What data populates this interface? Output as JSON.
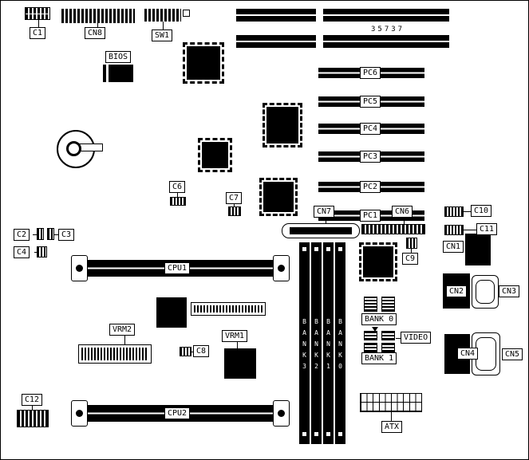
{
  "diagram": {
    "part_number": "35737",
    "colors": {
      "ink": "#000000",
      "paper": "#ffffff"
    },
    "labels": {
      "c1": "C1",
      "cn8": "CN8",
      "sw1": "SW1",
      "bios": "BIOS",
      "pc6": "PC6",
      "pc5": "PC5",
      "pc4": "PC4",
      "pc3": "PC3",
      "pc2": "PC2",
      "pc1": "PC1",
      "cn7": "CN7",
      "cn6": "CN6",
      "c10": "C10",
      "c11": "C11",
      "cn1": "CN1",
      "cn2": "CN2",
      "cn3": "CN3",
      "cn4": "CN4",
      "cn5": "CN5",
      "c2": "C2",
      "c3": "C3",
      "c4": "C4",
      "c6": "C6",
      "c7": "C7",
      "c8": "C8",
      "c9": "C9",
      "c12": "C12",
      "cpu1": "CPU1",
      "cpu2": "CPU2",
      "vrm1": "VRM1",
      "vrm2": "VRM2",
      "bank0": "BANK 0",
      "bank1": "BANK 1",
      "video": "VIDEO",
      "atx": "ATX"
    },
    "dimm_slots": [
      "BANK3",
      "BANK2",
      "BANK1",
      "BANK0"
    ]
  }
}
